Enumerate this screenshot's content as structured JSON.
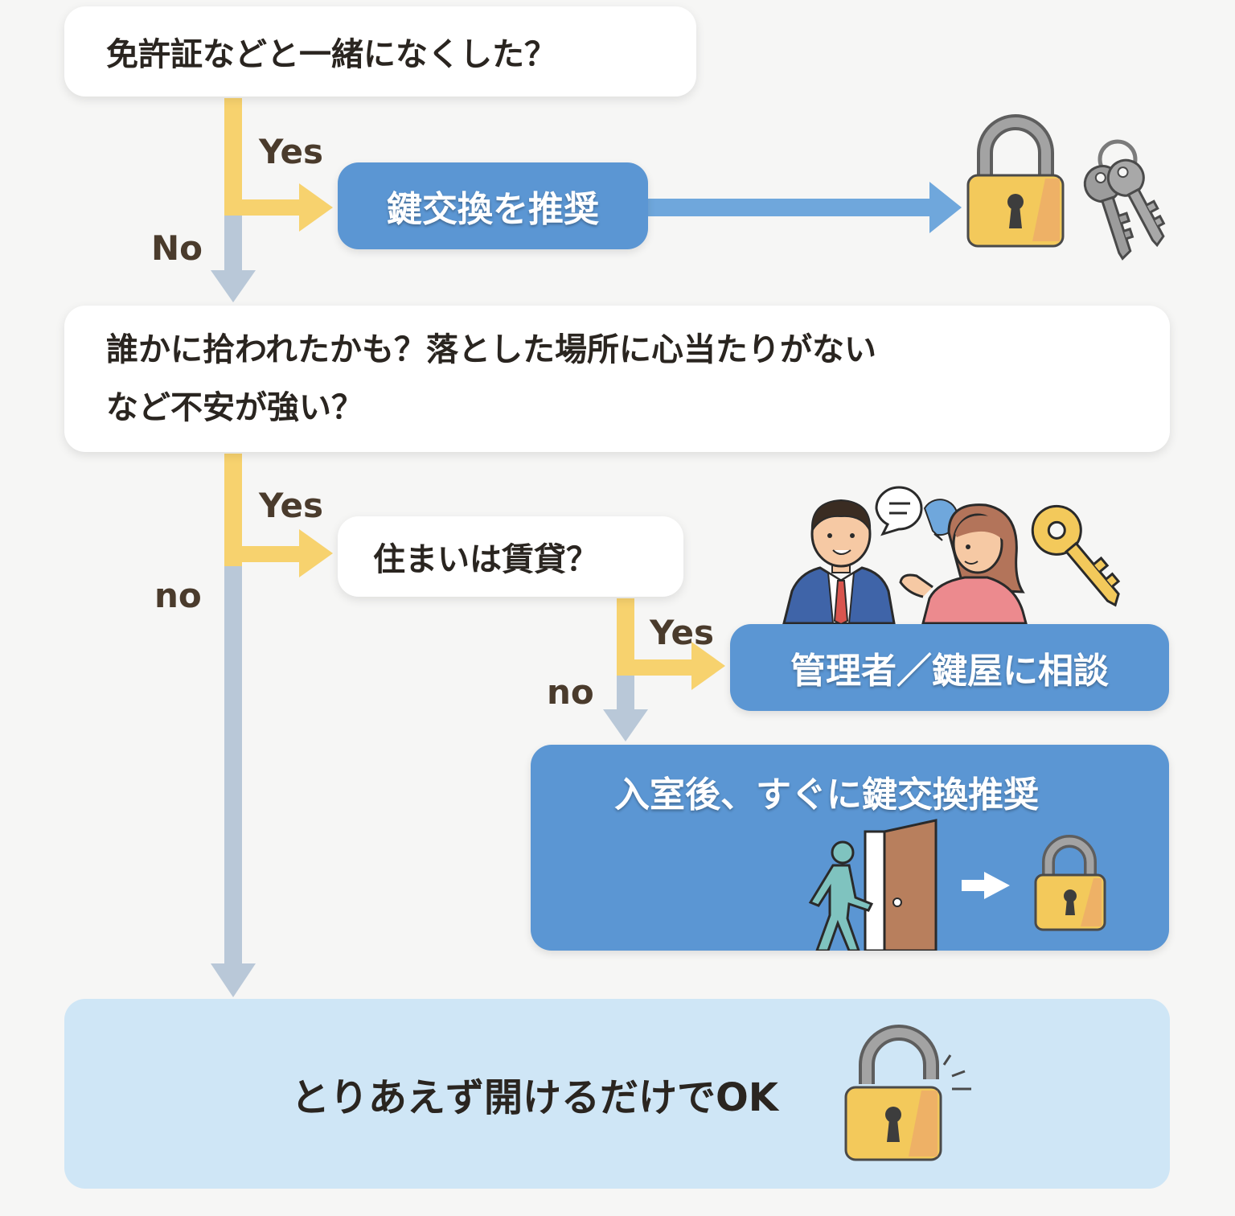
{
  "question1": "免許証などと一緒になくした？",
  "yes1": "Yes",
  "no1": "No",
  "action1": "鍵交換を推奨",
  "question2_line1": "誰かに拾われたかも？落とした場所に心当たりがない",
  "question2_line2": "など不安が強い？",
  "yes2": "Yes",
  "no2": "no",
  "question3": "住まいは賃貸？",
  "yes3": "Yes",
  "no3": "no",
  "action2": "管理者／鍵屋に相談",
  "action3": "入室後、すぐに鍵交換推奨",
  "result": "とりあえず開けるだけでOK",
  "colors": {
    "yes_arrow": "#f7d26e",
    "no_arrow": "#b9c8d8",
    "blue_arrow": "#6fa7dc",
    "action_blue": "#5b96d3",
    "result_bg": "#cfe6f6",
    "lock_gold": "#f3c95b"
  },
  "icons": [
    "padlock-closed-icon",
    "keys-icon",
    "consultation-illustration",
    "gold-key-icon",
    "person-entering-door-icon",
    "arrow-right-icon",
    "padlock-open-icon"
  ]
}
